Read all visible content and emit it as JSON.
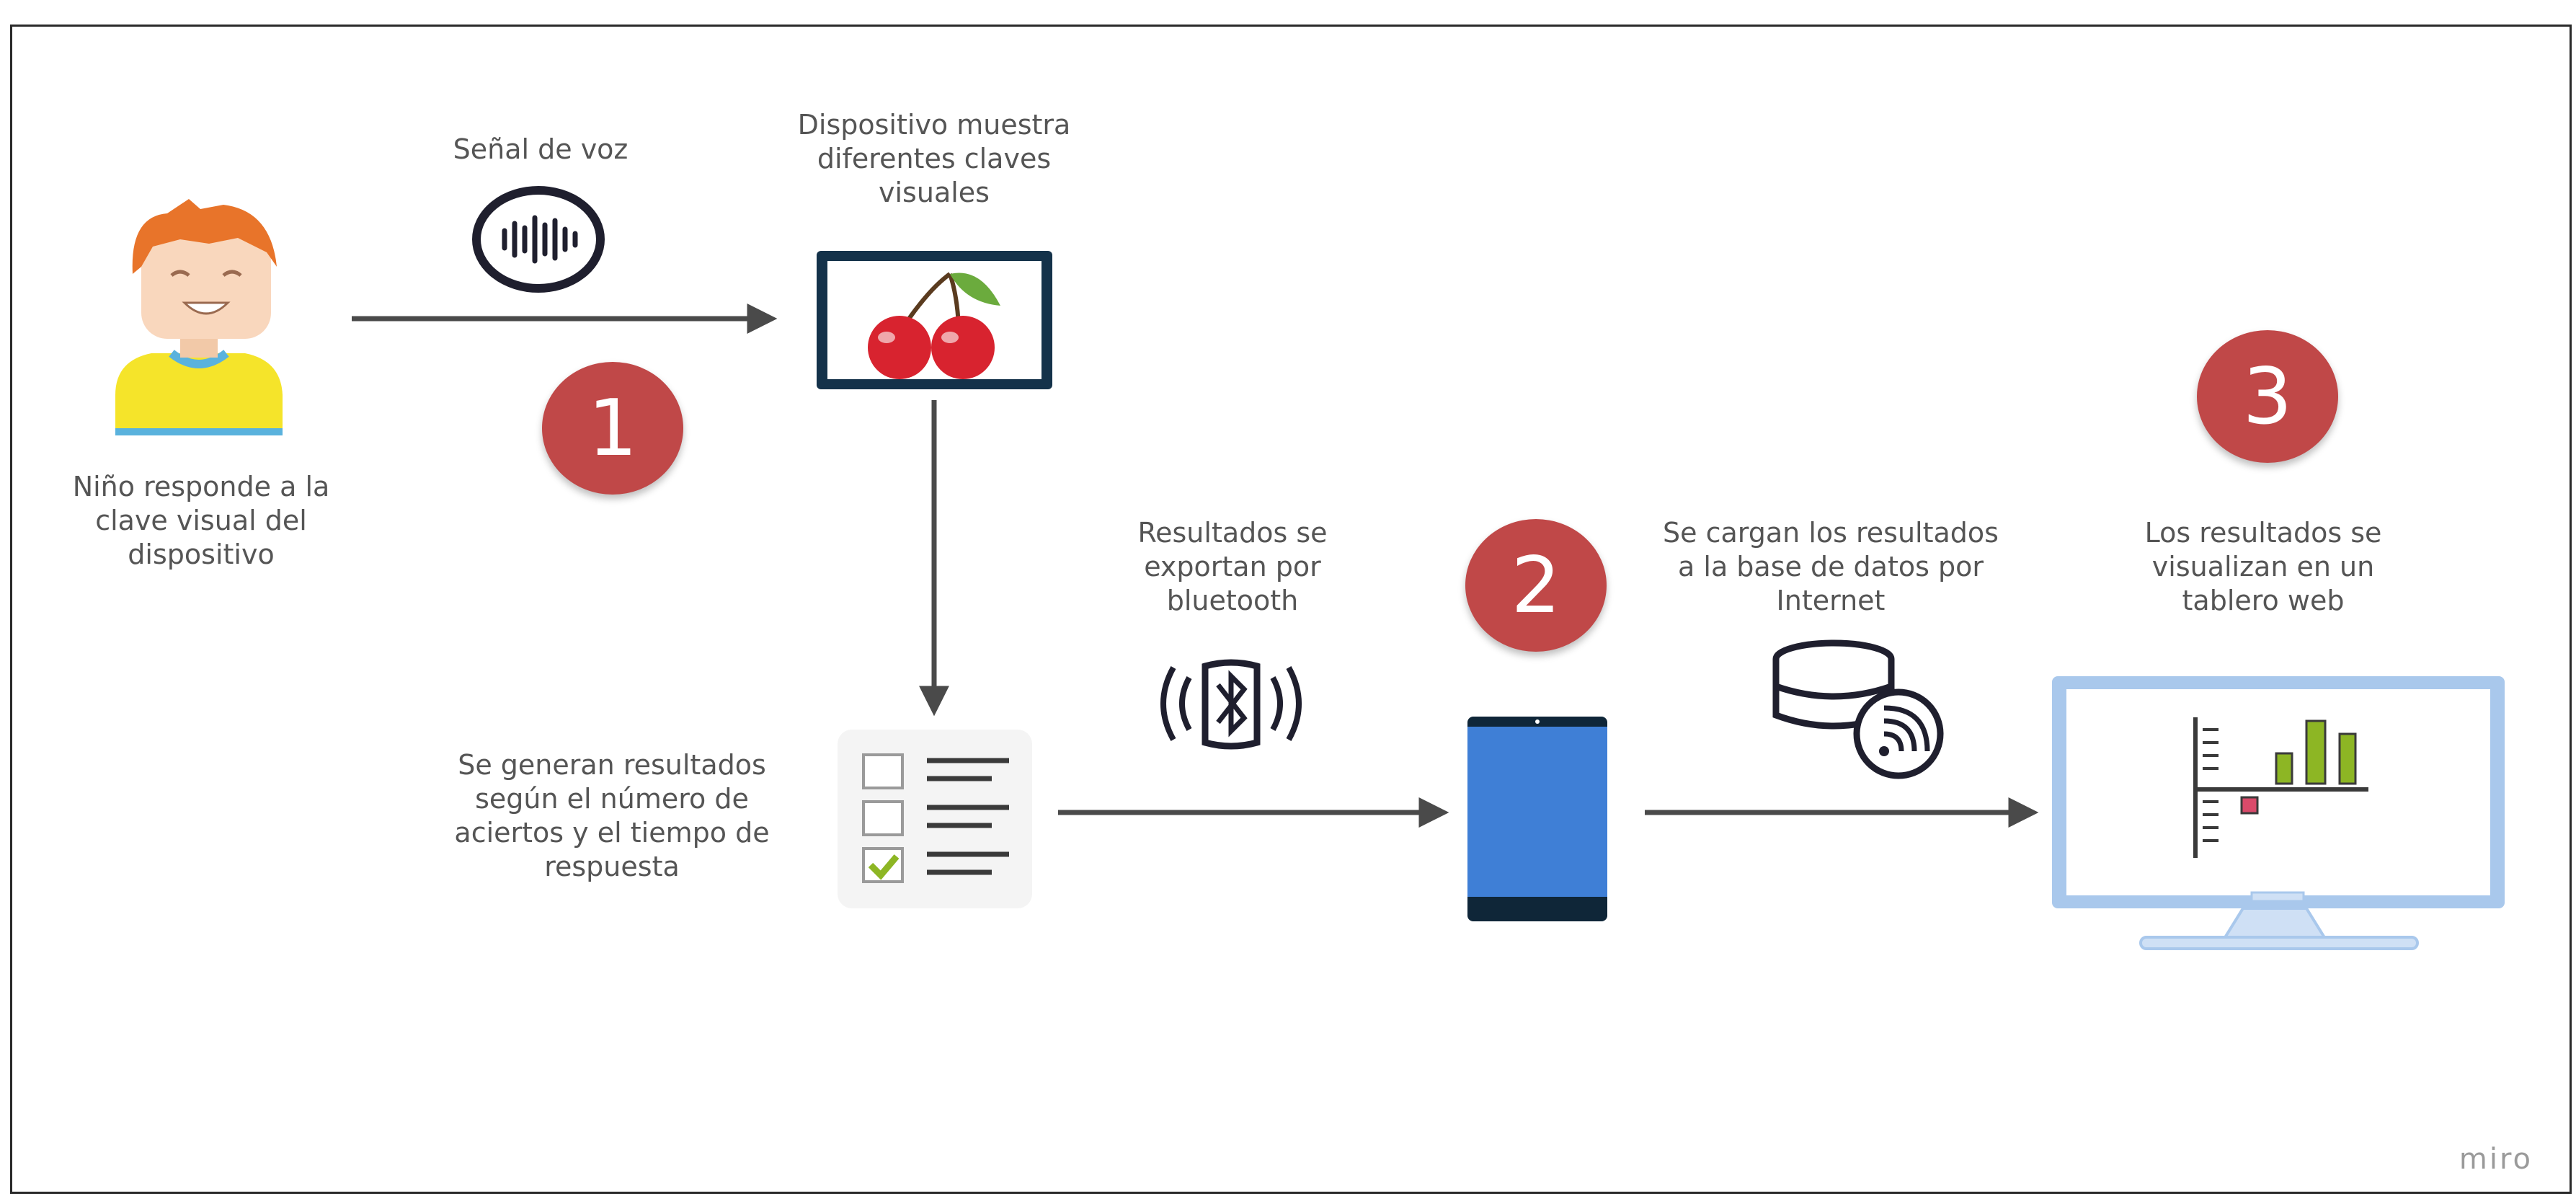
{
  "labels": {
    "voice_signal": "Señal de voz",
    "device_shows": "Dispositivo muestra diferentes claves visuales",
    "child_responds": "Niño responde a la clave visual del dispositivo",
    "results_generated": "Se generan resultados según el número de aciertos y el tiempo de respuesta",
    "bluetooth_export": "Resultados se exportan por bluetooth",
    "upload_db": "Se cargan los resultados a la base de datos por Internet",
    "dashboard": "Los resultados se visualizan en un tablero web"
  },
  "steps": [
    "1",
    "2",
    "3"
  ],
  "brand": "miro",
  "colors": {
    "badge": "#c04848",
    "phone": "#3f7fd6",
    "arrow": "#4a4a4a",
    "monitor": "#a9c8ec",
    "cherry": "#d8232f",
    "bar_green": "#8db624",
    "bar_pink": "#d94a6a"
  },
  "icons": [
    "child-icon",
    "voice-signal-icon",
    "tablet-cherries-icon",
    "checklist-icon",
    "bluetooth-icon",
    "smartphone-icon",
    "database-wifi-icon",
    "monitor-chart-icon"
  ]
}
